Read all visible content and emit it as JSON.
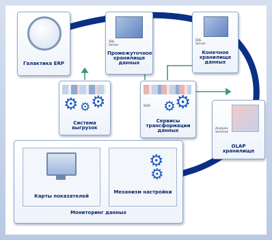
{
  "nodes": {
    "erp": {
      "label": "Галактика ERP"
    },
    "staging": {
      "label": "Промежуточное хранилище данных",
      "tag": "SQL Server"
    },
    "final": {
      "label": "Конечное хранилище данных",
      "tag": "SQL Server"
    },
    "extract": {
      "label": "Система выгрузок"
    },
    "transform": {
      "label": "Сервисы трансформации данных",
      "tag": "SSIS"
    },
    "olap": {
      "label": "OLAP хранилище",
      "tag": "Analysis Services"
    }
  },
  "monitoring": {
    "title": "Мониторинг данных",
    "scorecards": {
      "label": "Карты показателей"
    },
    "tuning": {
      "label": "Механизм настройки"
    }
  },
  "colors": {
    "arc": "#0c2f86",
    "arrow": "#3c9a76",
    "label": "#0b2a6b",
    "gear": "#1f5dbf"
  }
}
